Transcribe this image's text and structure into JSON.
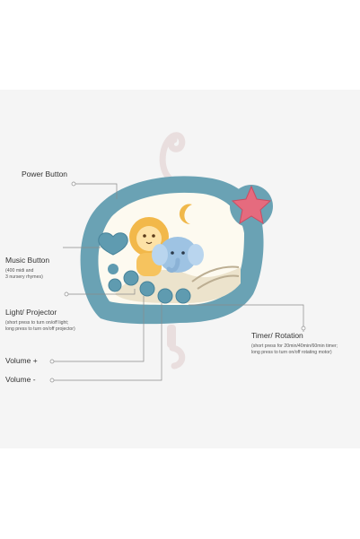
{
  "labels": {
    "power": "Power Button",
    "music": "Music Button",
    "music_sub": [
      "(400 midi and",
      "3 nursery rhymes)"
    ],
    "light": "Light/ Projector",
    "light_sub": [
      "(short press to turn on/off light;",
      "long press to turn on/off projector)"
    ],
    "timer": "Timer/ Rotation",
    "timer_sub": [
      "(short press for 20min/40min/60min timer;",
      "long press to turn on/off rotating motor)"
    ],
    "vol_plus": "Volume +",
    "vol_minus": "Volume -"
  },
  "colors": {
    "background": "#f5f5f5",
    "shell": "#6aa2b4",
    "shell_dark": "#4e8799",
    "button": "#5f9bb0",
    "star": "#e56b7e",
    "face": "#fdfaf0",
    "lion": "#f2b84a",
    "elephant": "#9ec3e3",
    "hook": "#e9dede"
  },
  "icons": [
    "heart-icon",
    "star-icon",
    "moon-icon",
    "lion-icon",
    "elephant-icon",
    "hook-icon"
  ]
}
